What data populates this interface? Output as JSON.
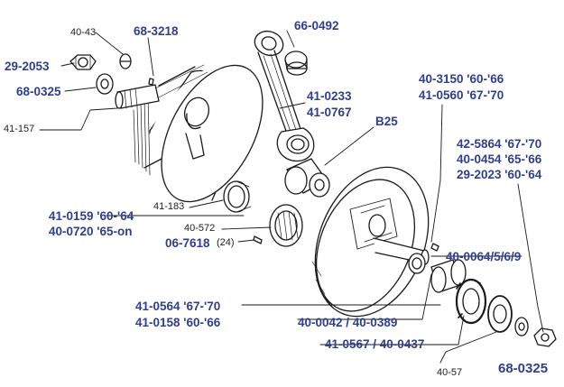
{
  "colors": {
    "label_primary": "#2f3f8f",
    "label_secondary": "#222222",
    "line_art": "#1a1a1a",
    "background": "#ffffff"
  },
  "labels": {
    "p40_43": "40-43",
    "p68_3218": "68-3218",
    "p66_0492": "66-0492",
    "p29_2053": "29-2053",
    "p68_0325_top": "68-0325",
    "p41_157": "41-157",
    "p41_0233": "41-0233",
    "p41_0767": "41-0767",
    "b25": "B25",
    "p40_3150": "40-3150 '60-'66",
    "p41_0560": "41-0560 '67-'70",
    "p42_5864": "42-5864 '67-'70",
    "p40_0454": "40-0454 '65-'66",
    "p29_2023": "29-2023 '60-'64",
    "p41_183": "41-183",
    "p41_0159": "41-0159 '60-'64",
    "p40_0720": "40-0720 '65-on",
    "p40_572": "40-572",
    "p06_7618": "06-7618",
    "qty_24": "(24)",
    "p40_0064": "40-0064/5/6/9",
    "p41_0564": "41-0564 '67-'70",
    "p41_0158": "41-0158 '60-'66",
    "p40_0042": "40-0042 / 40-0389",
    "p41_0567": "41-0567 / 40-0437",
    "p40_57": "40-57",
    "p68_0325_bottom": "68-0325"
  }
}
